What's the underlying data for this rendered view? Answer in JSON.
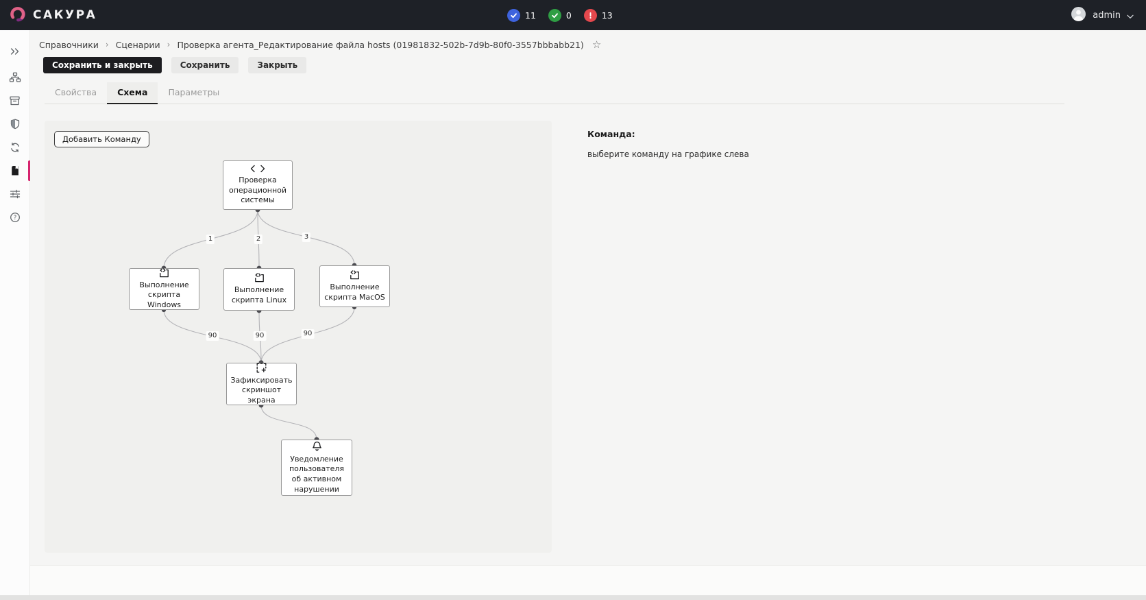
{
  "topbar": {
    "brand": "САКУРА",
    "badges": [
      {
        "name": "verified",
        "value": "11",
        "color": "#3e63dd",
        "icon": "check"
      },
      {
        "name": "success",
        "value": "0",
        "color": "#2f9e44",
        "icon": "check"
      },
      {
        "name": "alerts",
        "value": "13",
        "color": "#e5484d",
        "icon": "exclamation"
      }
    ],
    "user_name": "admin"
  },
  "breadcrumb": {
    "separator": "›",
    "items": [
      "Справочники",
      "Сценарии",
      "Проверка агента_Редактирование файла hosts (01981832-502b-7d9b-80f0-3557bbbabb21)"
    ],
    "favorite_star": "☆"
  },
  "toolbar": {
    "save_close_label": "Сохранить и закрыть",
    "save_label": "Сохранить",
    "close_label": "Закрыть"
  },
  "tabs": [
    {
      "label": "Свойства",
      "active": false
    },
    {
      "label": "Схема",
      "active": true
    },
    {
      "label": "Параметры",
      "active": false
    }
  ],
  "sidebar": {
    "accent_color": "#d6246e",
    "items": [
      {
        "icon": "double-chevron-right"
      },
      {
        "icon": "sitemap"
      },
      {
        "icon": "archive"
      },
      {
        "icon": "shield"
      },
      {
        "icon": "sync"
      },
      {
        "icon": "book",
        "active": true
      },
      {
        "icon": "sliders"
      },
      {
        "icon": "help"
      }
    ]
  },
  "canvas": {
    "add_command_label": "Добавить Команду",
    "nodes": [
      {
        "id": "os-check",
        "icon": "code",
        "label": "Проверка операционной системы"
      },
      {
        "id": "win-script",
        "icon": "file-code",
        "label": "Выполнение скрипта Windows"
      },
      {
        "id": "linux-script",
        "icon": "file-code",
        "label": "Выполнение скрипта Linux"
      },
      {
        "id": "macos-script",
        "icon": "file-code",
        "label": "Выполнение скрипта MacOS"
      },
      {
        "id": "screenshot",
        "icon": "capture",
        "label": "Зафиксировать скриншот экрана"
      },
      {
        "id": "notify",
        "icon": "bell",
        "label": "Уведомление пользователя об активном нарушении"
      }
    ],
    "edges": [
      {
        "from": "os-check",
        "to": "win-script",
        "label": "1"
      },
      {
        "from": "os-check",
        "to": "linux-script",
        "label": "2"
      },
      {
        "from": "os-check",
        "to": "macos-script",
        "label": "3"
      },
      {
        "from": "win-script",
        "to": "screenshot",
        "label": "90"
      },
      {
        "from": "linux-script",
        "to": "screenshot",
        "label": "90"
      },
      {
        "from": "macos-script",
        "to": "screenshot",
        "label": "90"
      },
      {
        "from": "screenshot",
        "to": "notify",
        "label": ""
      }
    ]
  },
  "detail_panel": {
    "title": "Команда:",
    "hint": "выберите команду на графике слева"
  }
}
